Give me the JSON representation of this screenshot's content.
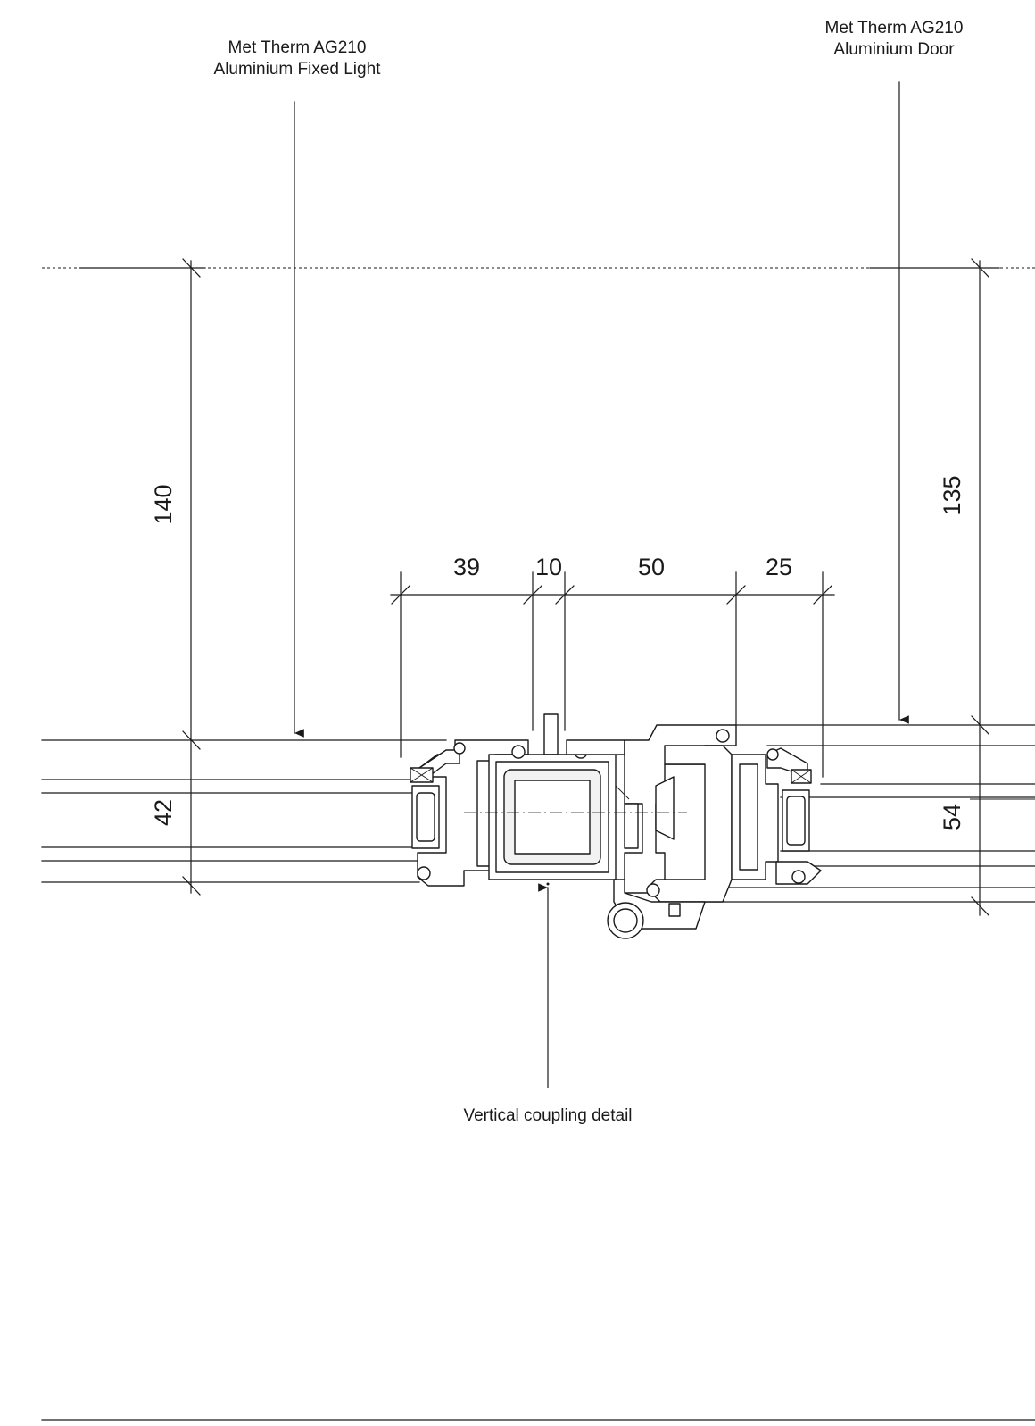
{
  "labels": {
    "fixed_light_line1": "Met Therm AG210",
    "fixed_light_line2": "Aluminium Fixed Light",
    "door_line1": "Met Therm AG210",
    "door_line2": "Aluminium Door",
    "caption": "Vertical coupling detail"
  },
  "dimensions": {
    "fixed_light_height": "140",
    "fixed_light_depth": "42",
    "door_height": "135",
    "door_depth": "54",
    "seg_1": "39",
    "seg_2": "10",
    "seg_3": "50",
    "seg_4": "25"
  }
}
